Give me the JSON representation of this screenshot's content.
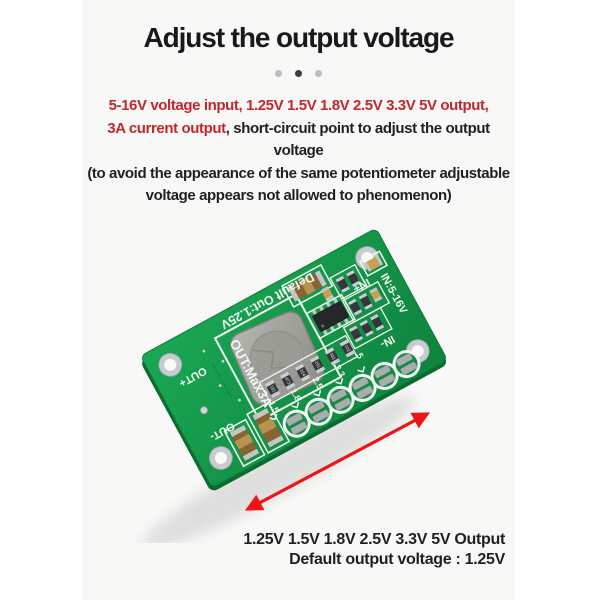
{
  "header": {
    "title": "Adjust the output voltage"
  },
  "description": {
    "line1": "5-16V voltage input, 1.25V 1.5V 1.8V 2.5V 3.3V 5V output,",
    "line2_red": "3A current output",
    "line2_black": ", short-circuit point to adjust the output voltage",
    "line3": "(to avoid the appearance of the same potentiometer adjustable",
    "line4": "voltage appears not allowed to phenomenon)"
  },
  "pcb": {
    "silkscreen": {
      "top_label": "Default Out:1.25V",
      "left_label": "OUT:Max3A",
      "right_label": "IN:5-16V",
      "in_plus": "IN+",
      "in_minus": "IN-",
      "out_plus": "OUT+",
      "out_minus": "OUT-",
      "pad_labels": [
        "1.5",
        "1.8",
        "2.5",
        "3.3",
        "5"
      ],
      "resistor_codes": [
        "181",
        "473",
        "104",
        "151",
        "331",
        "102"
      ]
    }
  },
  "caption": {
    "line1": "1.25V 1.5V 1.8V 2.5V 3.3V 5V Output",
    "line2": "Default output voltage : 1.25V"
  },
  "colors": {
    "accent_red": "#c1272d",
    "arrow_red": "#ee1519",
    "pcb_green": "#17a04e",
    "pcb_green_dark": "#0d7c3a",
    "panel_bg": "#f8f8f7",
    "title_black": "#191919"
  }
}
